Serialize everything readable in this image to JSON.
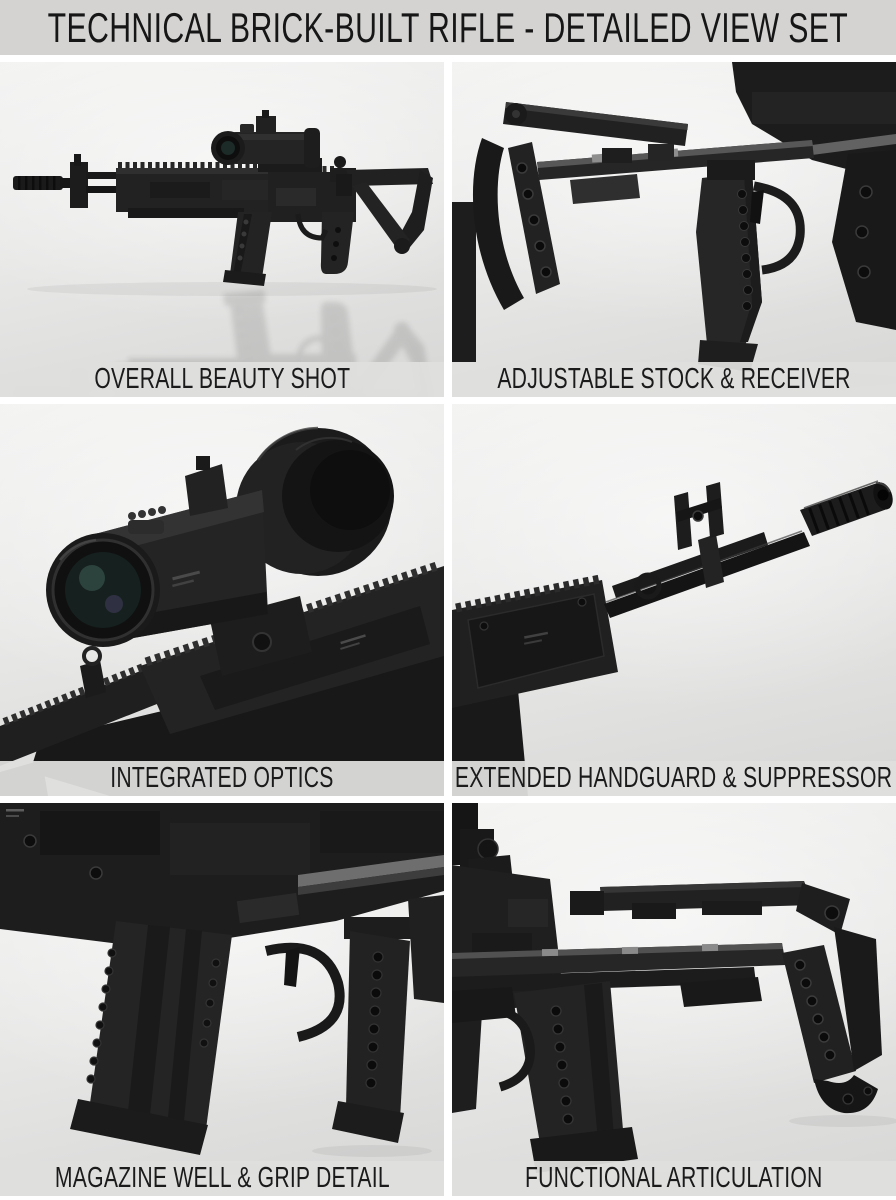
{
  "header": {
    "title": "TECHNICAL BRICK-BUILT RIFLE - DETAILED VIEW SET"
  },
  "panels": [
    {
      "caption": "OVERALL BEAUTY SHOT",
      "subject": "full side view of black brick-built rifle with scope, magazine and stock, floor reflection"
    },
    {
      "caption": "ADJUSTABLE STOCK & RECEIVER",
      "subject": "close-up of skeleton stock frame, pistol grip and receiver"
    },
    {
      "caption": "INTEGRATED OPTICS",
      "subject": "close-up of magnified scope with objective lens and eyepiece on rail"
    },
    {
      "caption": "EXTENDED HANDGUARD & SUPPRESSOR",
      "subject": "diagonal barrel with ribbed suppressor, front sight and handguard block"
    },
    {
      "caption": "MAGAZINE WELL & GRIP DETAIL",
      "subject": "close-up of inserted magazine, trigger guard and pistol grip"
    },
    {
      "caption": "FUNCTIONAL ARTICULATION",
      "subject": "side view of folding stock strut, rail and angled magazine"
    }
  ],
  "colors": {
    "header_bg": "#d4d3d2",
    "title_color": "#161616",
    "caption_bg": "rgba(223,223,222,0.94)",
    "caption_color": "#1b1b1b",
    "gutter": "#ffffff",
    "photo_bg_light": "#f3f3f2",
    "photo_bg_dark": "#d6d6d5",
    "brick_black": "#1d1d1d"
  }
}
